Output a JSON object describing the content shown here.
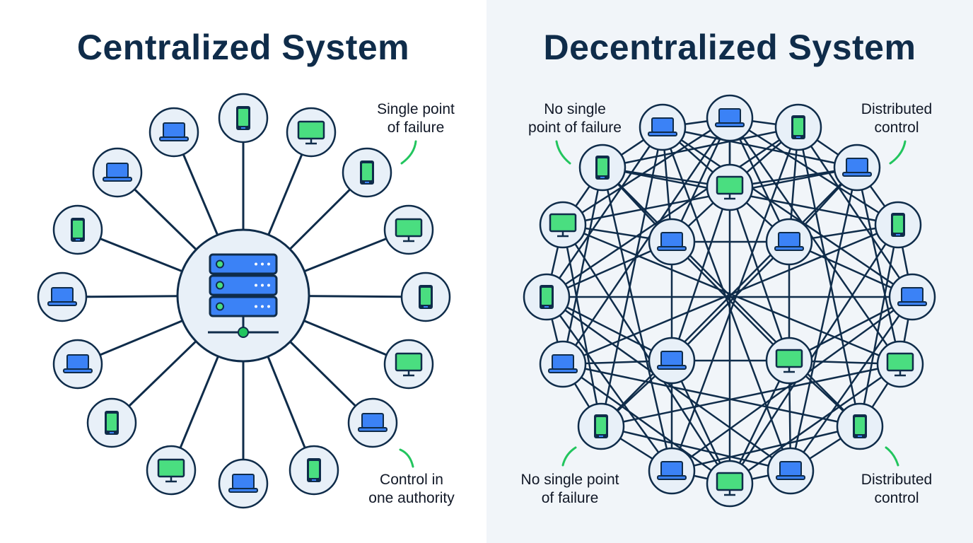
{
  "centralized": {
    "title": "Centralized System",
    "annotations": {
      "top_right": [
        "Single point",
        "of failure"
      ],
      "bottom_right": [
        "Control in",
        "one authority"
      ]
    },
    "hub": {
      "icon": "server-stack-icon"
    },
    "client_icons": [
      "phone",
      "monitor",
      "phone",
      "monitor",
      "phone",
      "monitor",
      "laptop",
      "phone",
      "laptop",
      "monitor",
      "phone",
      "laptop",
      "laptop",
      "phone",
      "laptop",
      "laptop"
    ]
  },
  "decentralized": {
    "title": "Decentralized System",
    "annotations": {
      "top_left": [
        "No single",
        "point of failure"
      ],
      "top_right": [
        "Distributed",
        "control"
      ],
      "bottom_left": [
        "No single point",
        "of failure"
      ],
      "bottom_right": [
        "Distributed",
        "control"
      ]
    },
    "outer_node_icons": [
      "laptop",
      "phone",
      "laptop",
      "phone",
      "laptop",
      "monitor",
      "phone",
      "laptop",
      "monitor",
      "laptop",
      "phone",
      "laptop",
      "phone",
      "monitor",
      "phone",
      "laptop"
    ],
    "inner_node_icons": [
      "monitor",
      "laptop",
      "monitor",
      "laptop",
      "laptop"
    ]
  },
  "colors": {
    "navy": "#0f2c4a",
    "node_fill": "#e8f0f8",
    "laptop_blue": "#3b82f6",
    "device_green": "#4ade80",
    "accent_green": "#22c55e"
  }
}
